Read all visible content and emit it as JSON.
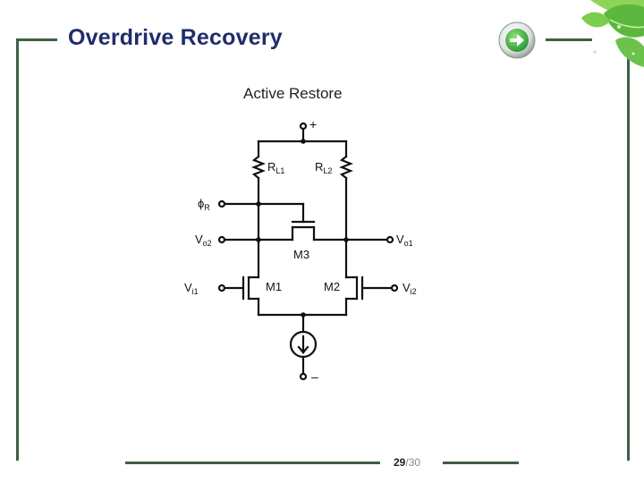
{
  "slide": {
    "title": "Overdrive Recovery",
    "page_current": "29",
    "page_total": "/30"
  },
  "diagram": {
    "title": "Active Restore",
    "labels": {
      "plus": "+",
      "minus": "–",
      "rl1_main": "R",
      "rl1_sub": "L1",
      "rl2_main": "R",
      "rl2_sub": "L2",
      "phi_main": "ϕ",
      "phi_sub": "R",
      "vo2_main": "V",
      "vo2_sub": "o2",
      "vo1_main": "V",
      "vo1_sub": "o1",
      "m3": "M3",
      "m1": "M1",
      "m2": "M2",
      "vi1_main": "V",
      "vi1_sub": "i1",
      "vi2_main": "V",
      "vi2_sub": "i2"
    }
  },
  "colors": {
    "title": "#1f2d6b",
    "frame": "#3f5f46",
    "nav_button": "#4caf50",
    "leaf": "#6cc24a"
  },
  "icons": {
    "nav": "arrow-right-icon",
    "decoration": "green-leaves-decoration"
  }
}
